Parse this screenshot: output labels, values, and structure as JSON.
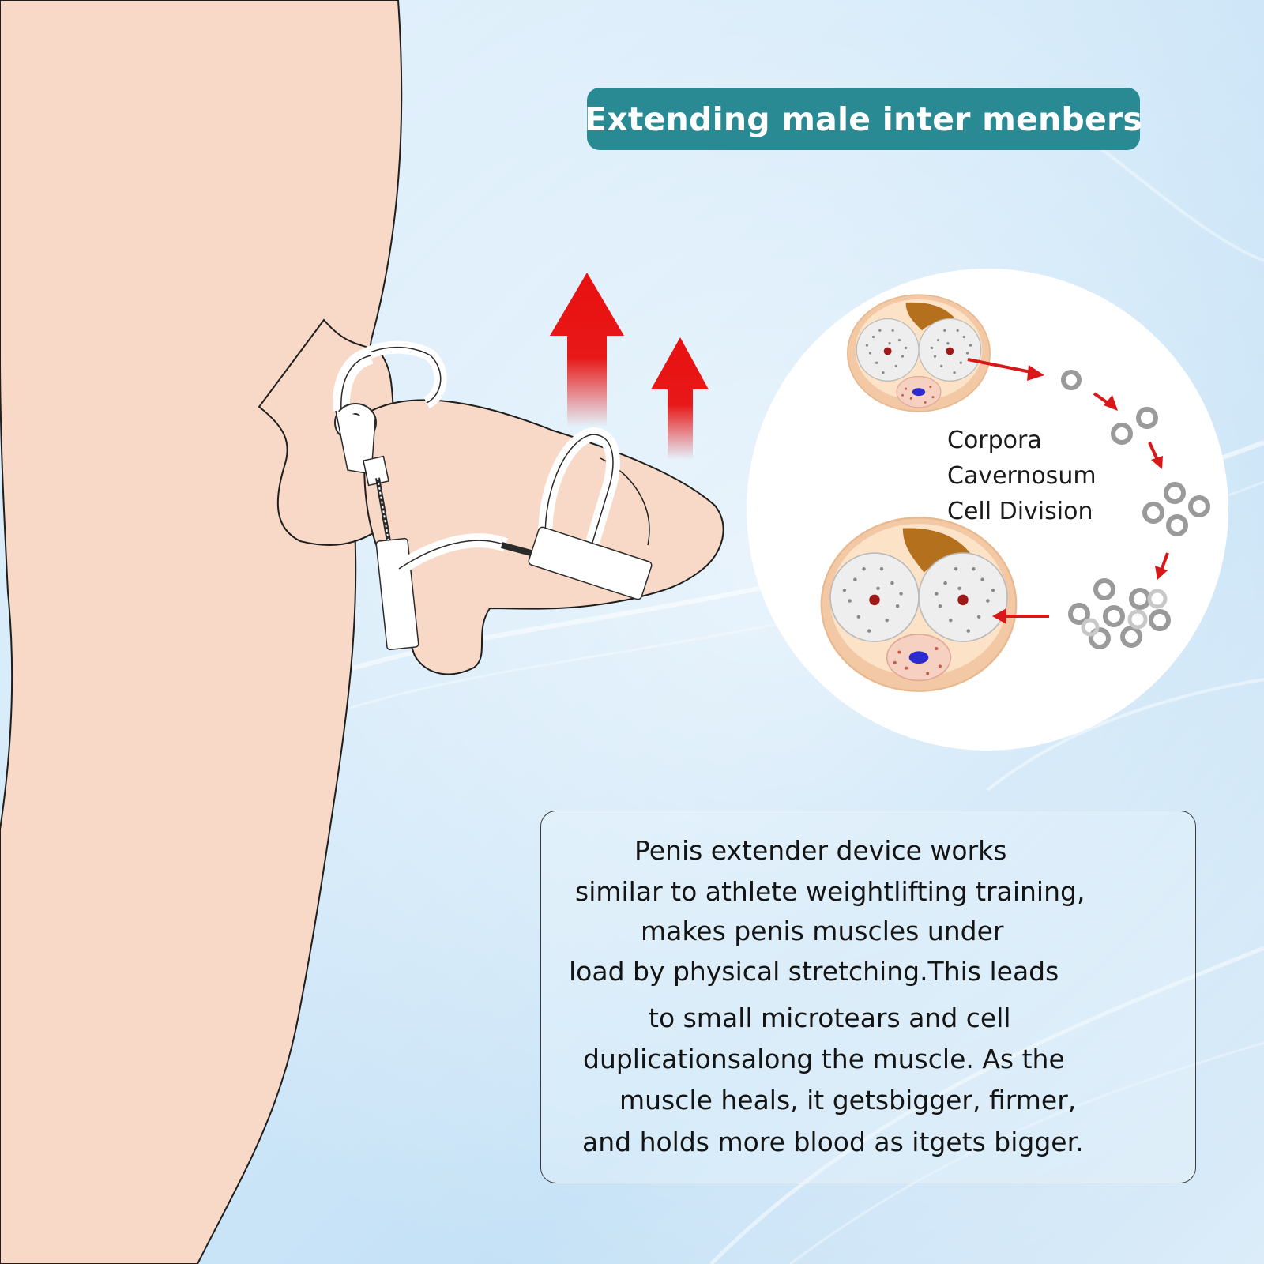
{
  "title": "Extending male inter menbers",
  "cell_label": {
    "lines": [
      "Corpora",
      "Cavernosum",
      "Cell Division"
    ]
  },
  "description": {
    "lines": [
      "Penis extender device works",
      "similar to athlete weightlifting training,",
      "makes penis muscles under",
      "load by physical stretching.This leads",
      "to small microtears and cell",
      "duplicationsalong the muscle. As the",
      "muscle heals, it getsbigger, firmer,",
      "and holds more blood as itgets bigger."
    ]
  },
  "colors": {
    "title_bg": "#2a8a94",
    "skin": "#f8d8c6",
    "arrow_red": "#e81010",
    "tissue_gray": "#9a9a9a"
  }
}
